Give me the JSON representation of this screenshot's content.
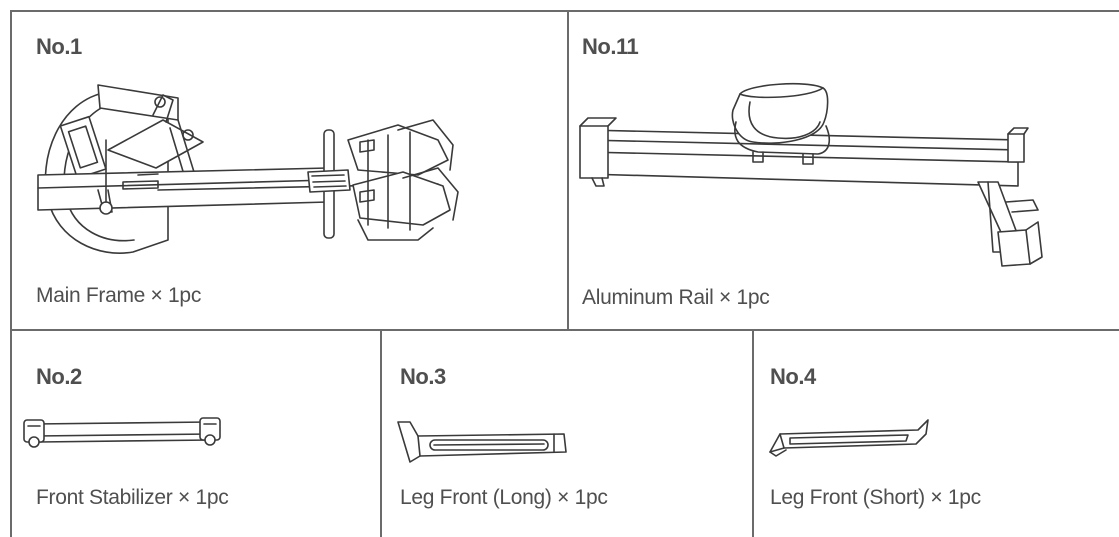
{
  "parts": [
    {
      "number": "No.1",
      "caption": "Main Frame × 1pc",
      "icon": "main-frame-drawing"
    },
    {
      "number": "No.11",
      "caption": "Aluminum Rail × 1pc",
      "icon": "aluminum-rail-drawing"
    },
    {
      "number": "No.2",
      "caption": "Front Stabilizer × 1pc",
      "icon": "front-stabilizer-drawing"
    },
    {
      "number": "No.3",
      "caption": "Leg Front (Long) × 1pc",
      "icon": "leg-front-long-drawing"
    },
    {
      "number": "No.4",
      "caption": "Leg Front (Short) × 1pc",
      "icon": "leg-front-short-drawing"
    }
  ]
}
